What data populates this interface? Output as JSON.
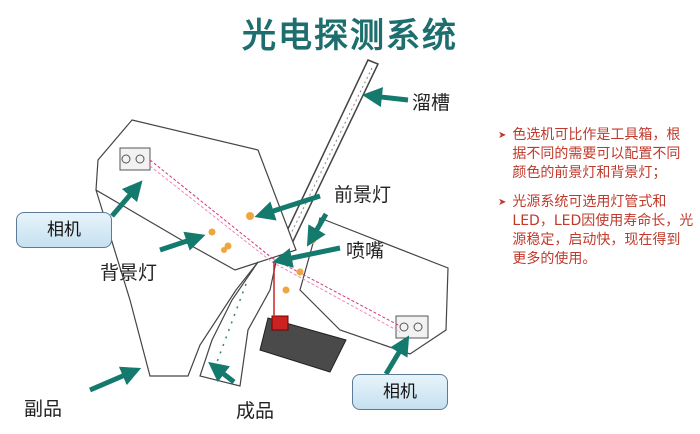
{
  "title": "光电探测系统",
  "labels": {
    "chute": "溜槽",
    "front_light": "前景灯",
    "nozzle": "喷嘴",
    "back_light": "背景灯",
    "reject": "副品",
    "accept": "成品",
    "camera_left": "相机",
    "camera_right": "相机"
  },
  "notes": [
    {
      "text": "色选机可比作是工具箱，根据不同的需要可以配置不同颜色的前景灯和背景灯；"
    },
    {
      "text": "光源系统可选用灯管式和LED，LED因使用寿命长，光源稳定，启动快，现在得到更多的使用。"
    }
  ],
  "icons": {
    "bullet": "triangle-bullet-icon",
    "arrow": "teal-arrow-icon"
  },
  "colors": {
    "title": "#1f6e6e",
    "arrow": "#157a6e",
    "notes": "#c0392b",
    "beam": "#d63384"
  }
}
